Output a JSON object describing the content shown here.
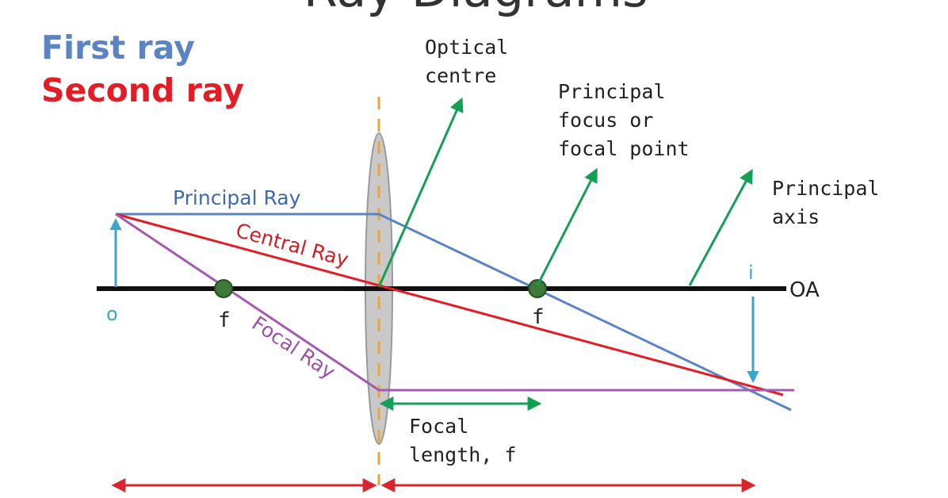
{
  "title": "Ray Diagrams",
  "legend": {
    "first_ray": "First ray",
    "second_ray": "Second ray"
  },
  "labels": {
    "optical_centre_line1": "Optical",
    "optical_centre_line2": "centre",
    "principal_focus_line1": "Principal",
    "principal_focus_line2": "focus or",
    "principal_focus_line3": "focal point",
    "principal_axis_line1": "Principal",
    "principal_axis_line2": "axis",
    "principal_ray": "Principal Ray",
    "central_ray": "Central Ray",
    "focal_ray": "Focal Ray",
    "object_label": "o",
    "image_label": "i",
    "focus_left": "f",
    "focus_right": "f",
    "optical_axis": "OA",
    "focal_length_line1": "Focal",
    "focal_length_line2": "length, f"
  },
  "colors": {
    "first_ray": "#5a84c2",
    "second_ray": "#e21d26",
    "focal_ray": "#a35bb0",
    "pointer_arrow": "#13a055",
    "object_arrow": "#3aa6c9",
    "lens_fill": "#c9c9c9",
    "lens_center_line": "#f2a23a",
    "focus_point": "#3d7a3a",
    "axis": "#111111",
    "distance_arrow": "#d8262e"
  }
}
